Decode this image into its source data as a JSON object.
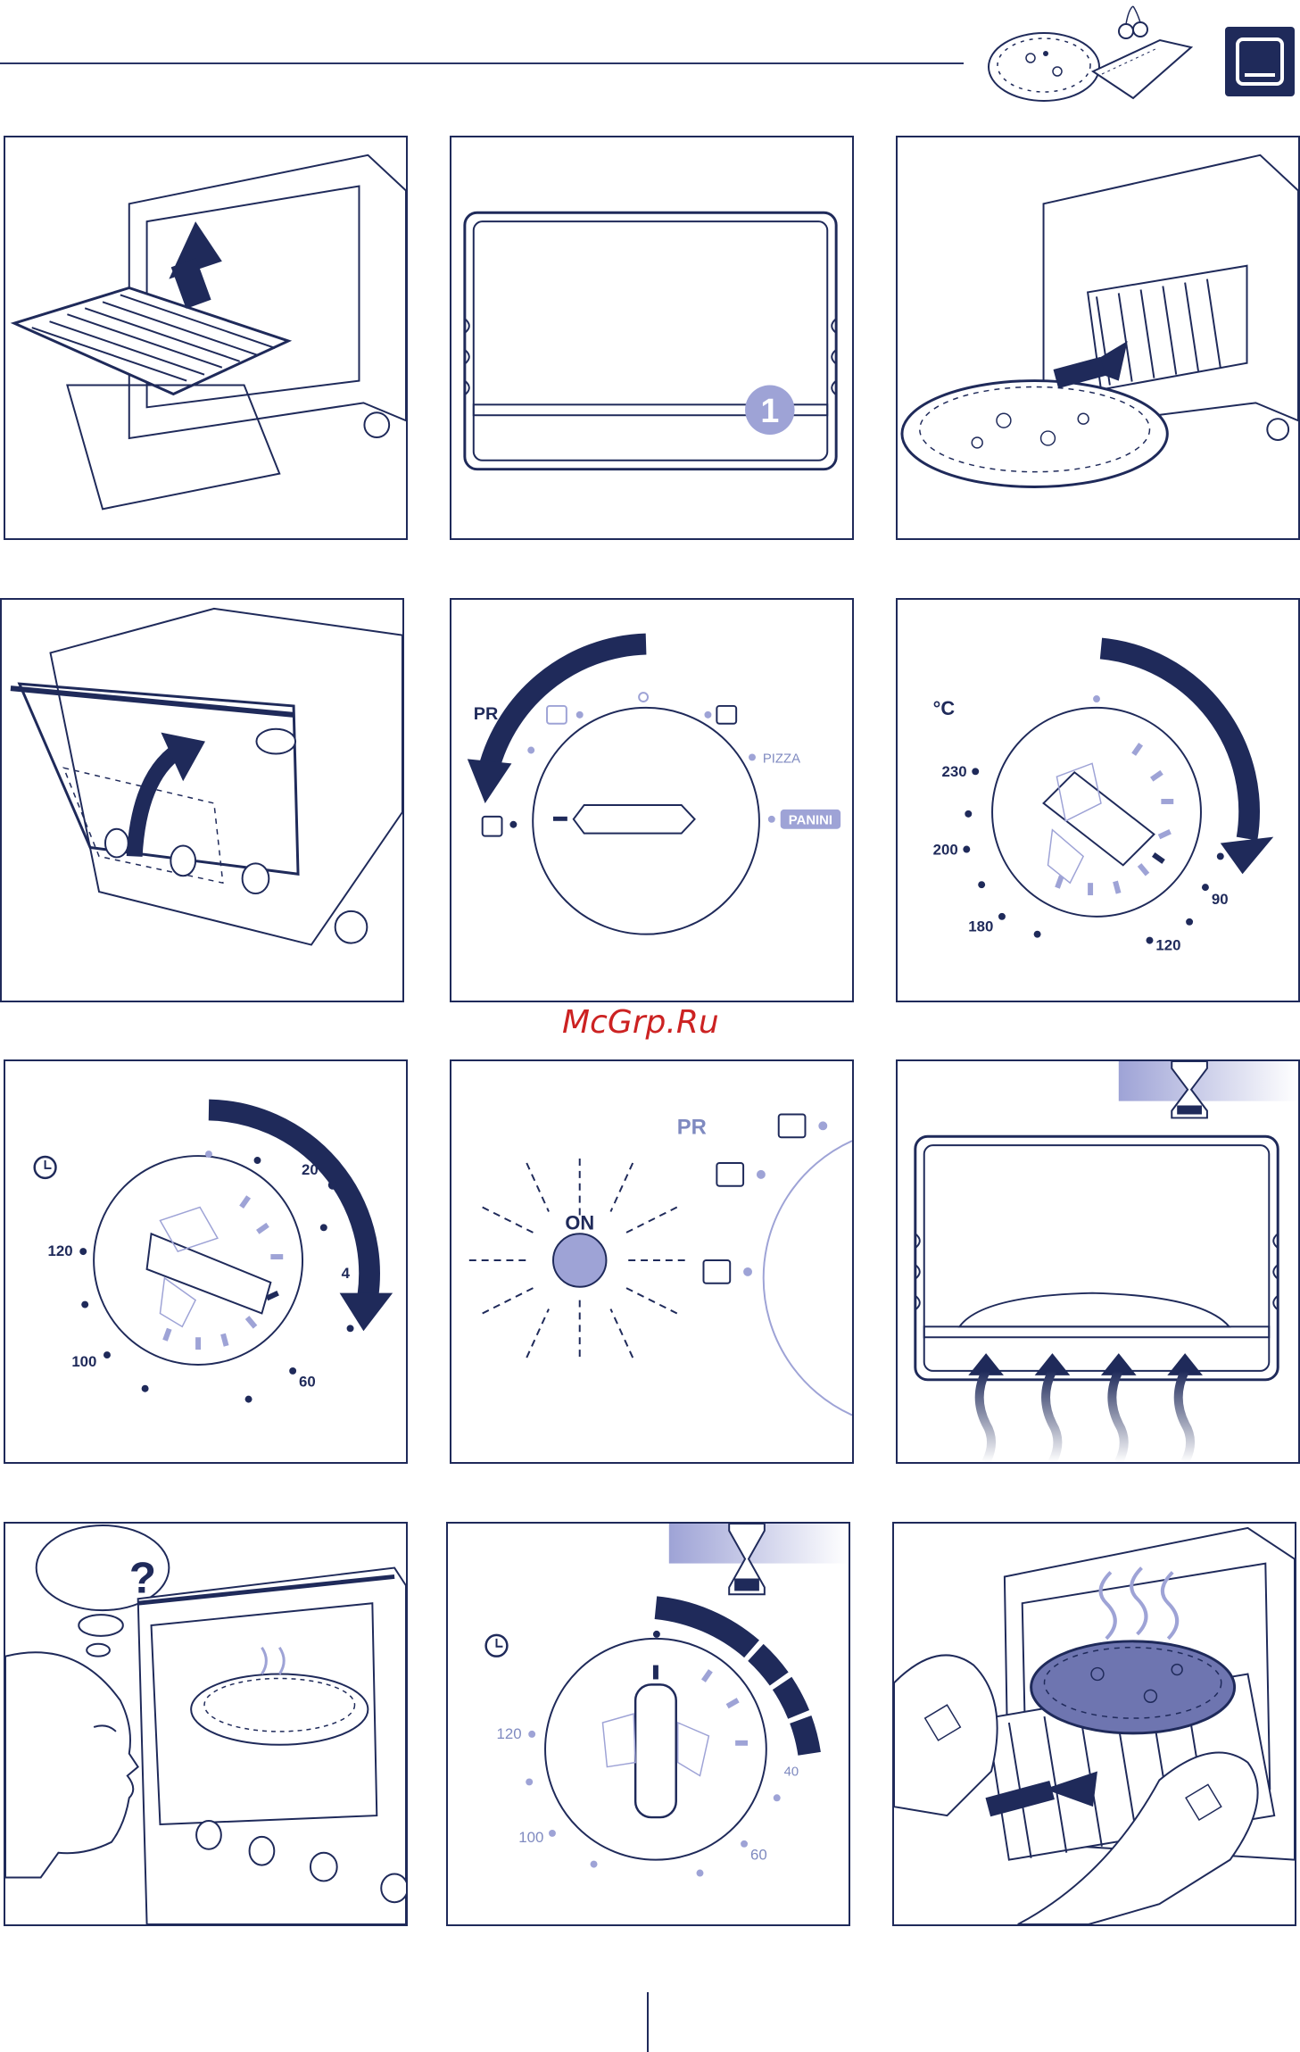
{
  "header": {
    "icon": "oven-icon"
  },
  "watermark": "McGrp.Ru",
  "panels": {
    "p2": {
      "shelf_number": "1"
    },
    "p5": {
      "mode_pr": "PR",
      "mode_pizza": "PIZZA",
      "mode_panini": "PANINI"
    },
    "p6": {
      "unit": "°C",
      "t230": "230",
      "t200": "200",
      "t180": "180",
      "t120": "120",
      "t90": "90"
    },
    "p7": {
      "m120": "120",
      "m100": "100",
      "m60": "60",
      "m20": "20",
      "m4": "4"
    },
    "p8": {
      "mode_pr": "PR",
      "on_label": "ON"
    },
    "p11": {
      "m120": "120",
      "m100": "100",
      "m60": "60",
      "m40": "40"
    },
    "p10": {
      "question": "?"
    }
  },
  "colors": {
    "navy": "#1f2a5a",
    "lavender": "#9ea3d6",
    "accent": "#cc2222"
  }
}
